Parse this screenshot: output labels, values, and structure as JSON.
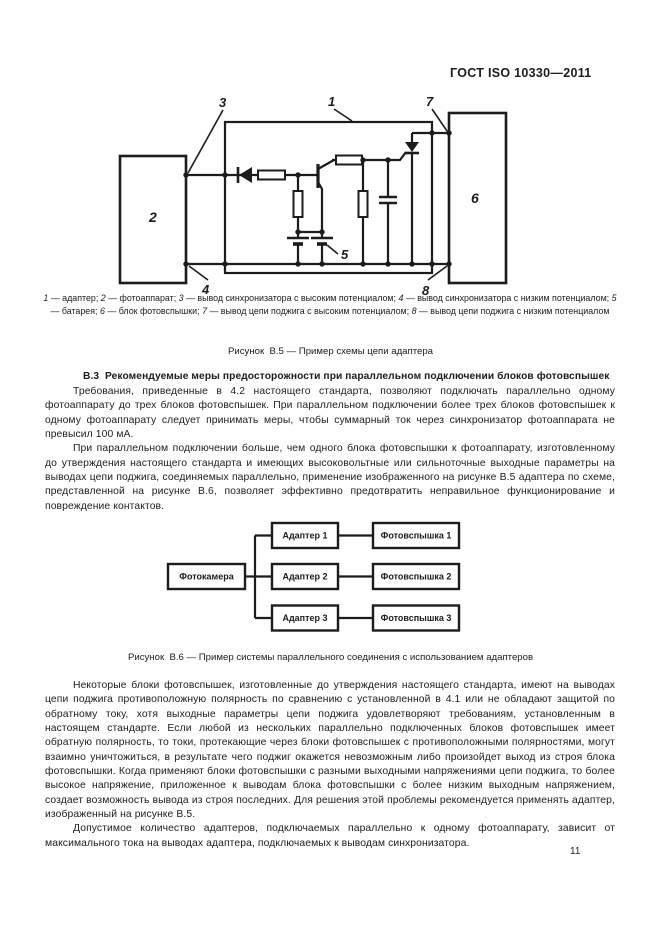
{
  "page": {
    "header": "ГОСТ  ISO 10330—2011",
    "number": "11"
  },
  "figure_b5": {
    "labels": {
      "n1": "1",
      "n2": "2",
      "n3": "3",
      "n4": "4",
      "n5": "5",
      "n6": "6",
      "n7": "7",
      "n8": "8"
    },
    "legend": [
      {
        "n": "1",
        "t": " — адаптер; "
      },
      {
        "n": "2",
        "t": " — фотоаппарат; "
      },
      {
        "n": "3",
        "t": " — вывод синхронизатора с высоким потенциалом; "
      },
      {
        "n": "4",
        "t": " — вывод синхронизатора с низким потенциалом; "
      },
      {
        "n": "5",
        "t": " — батарея; "
      },
      {
        "n": "6",
        "t": " — блок фотовспышки; "
      },
      {
        "n": "7",
        "t": " — вывод цепи поджига с высоким потенциалом; "
      },
      {
        "n": "8",
        "t": " — вывод цепи поджига с низким потенциалом"
      }
    ],
    "caption": "Рисунок  В.5 — Пример схемы цепи адаптера"
  },
  "section": {
    "heading": "В.3  Рекомендуемые меры предосторожности при параллельном подключении блоков фотовспышек",
    "para1": "Требования, приведенные в 4.2 настоящего стандарта, позволяют подключать параллельно одному фотоаппарату до трех блоков фотовспышек. При параллельном подключении более трех блоков фотовспышек к одному фотоаппарату следует принимать меры, чтобы суммарный ток через синхронизатор фотоаппарата не превысил 100 мА.",
    "para2": "При параллельном подключении больше, чем одного блока фотовспышки к фотоаппарату, изготовленному до утверждения настоящего стандарта и имеющих высоковольтные или сильноточные выходные параметры на выводах цепи поджига, соединяемых параллельно, применение изображенного на рисунке В.5 адаптера по схеме, представленной на рисунке В.6, позволяет эффективно предотвратить неправильное функционирование и повреждение контактов."
  },
  "figure_b6": {
    "camera": "Фотокамера",
    "adapters": [
      "Адаптер 1",
      "Адаптер 2",
      "Адаптер 3"
    ],
    "flashes": [
      "Фотовспышка 1",
      "Фотовспышка 2",
      "Фотовспышка 3"
    ],
    "caption": "Рисунок  В.6 — Пример системы параллельного соединения с использованием адаптеров"
  },
  "section2": {
    "para3": "Некоторые блоки фотовспышек, изготовленные до утверждения настоящего стандарта, имеют на выводах цепи поджига противоположную полярность по сравнению с установленной в 4.1 или не обладают защитой по обратному току, хотя выходные параметры цепи поджига удовлетворяют требованиям, установленным в настоящем стандарте. Если любой из нескольких параллельно подключенных блоков фотовспышек имеет обратную полярность, то токи, протекающие через блоки фотовспышек с противоположными полярностями, могут взаимно уничтожиться, в результате чего поджиг окажется невозможным либо произойдет выход из строя блока фотовспышки. Когда применяют блоки фотовспышки с разными выходными напряжениями цепи поджига, то более высокое напряжение, приложенное к выводам блока фотовспышки с более низким выходным напряжением, создает возможность вывода из строя последних. Для решения этой проблемы рекомендуется применять адаптер, изображенный на рисунке В.5.",
    "para4": "Допустимое количество адаптеров, подключаемых параллельно к одному фотоаппарату, зависит от максимального тока на выводах адаптера, подключаемых к выводам синхронизатора."
  },
  "colors": {
    "ink": "#1c1c1c",
    "paper": "#fefefe"
  }
}
